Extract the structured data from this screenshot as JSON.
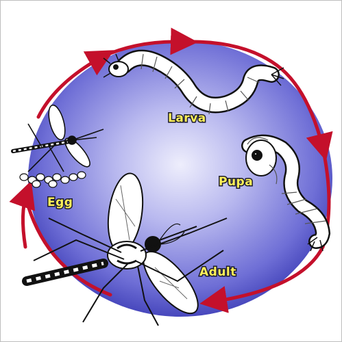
{
  "diagram": {
    "type": "life-cycle",
    "stages": [
      {
        "id": "egg",
        "label": "Egg"
      },
      {
        "id": "larva",
        "label": "Larva"
      },
      {
        "id": "pupa",
        "label": "Pupa"
      },
      {
        "id": "adult",
        "label": "Adult"
      }
    ],
    "colors": {
      "circle_center": "#e9e9fb",
      "circle_mid": "#9b9be6",
      "circle_edge": "#3a3ab8",
      "arrow": "#c4102b",
      "label_fill": "#fff15a",
      "label_outline": "#1a1a2e",
      "body_outline": "#111111",
      "body_fill": "#ffffff"
    }
  }
}
